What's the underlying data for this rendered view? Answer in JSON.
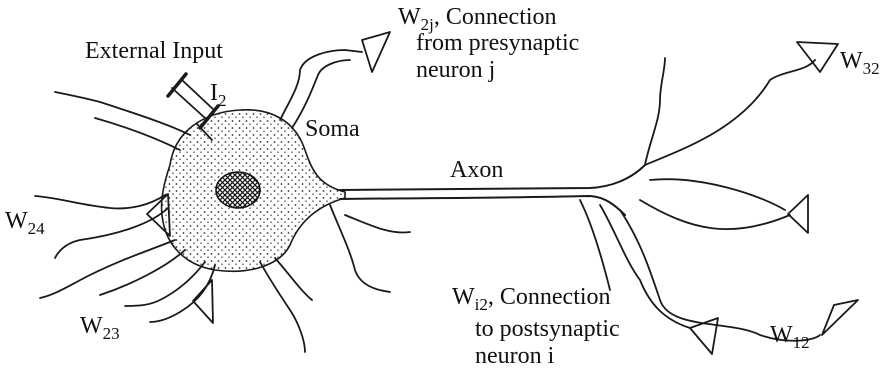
{
  "labels": {
    "external_input": "External Input",
    "input_symbol": "I",
    "input_sub": "2",
    "soma": "Soma",
    "axon": "Axon",
    "w2j_main": "W",
    "w2j_sub": "2j",
    "w2j_text1": ", Connection",
    "w2j_text2": "from presynaptic",
    "w2j_text3": "neuron  j",
    "w32_main": "W",
    "w32_sub": "32",
    "w24_main": "W",
    "w24_sub": "24",
    "w23_main": "W",
    "w23_sub": "23",
    "wi2_main": "W",
    "wi2_sub": "i2",
    "wi2_text1": ", Connection",
    "wi2_text2": "to postsynaptic",
    "wi2_text3": "neuron  i",
    "w12_main": "W",
    "w12_sub": "12"
  },
  "colors": {
    "ink": "#1a1a1a",
    "background": "#ffffff"
  }
}
